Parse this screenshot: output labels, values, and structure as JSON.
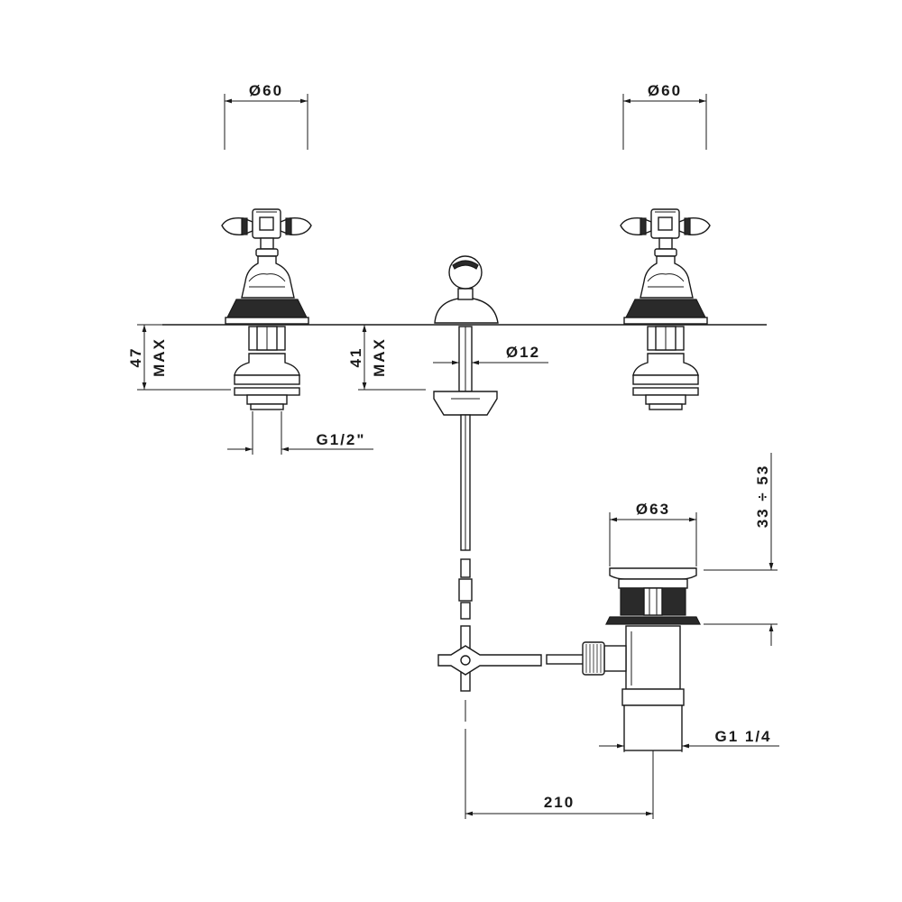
{
  "dimensions": {
    "left_handle_diameter": "Ø60",
    "right_handle_diameter": "Ø60",
    "left_valve_max_depth_value": "47",
    "left_valve_max_depth_label": "MAX",
    "spout_max_depth_value": "41",
    "spout_max_depth_label": "MAX",
    "spout_shank_diameter": "Ø12",
    "valve_thread": "G1/2\"",
    "waste_head_diameter": "Ø63",
    "waste_height_range": "33 ÷ 53",
    "waste_thread": "G1 1/4",
    "spout_to_waste_distance": "210"
  }
}
